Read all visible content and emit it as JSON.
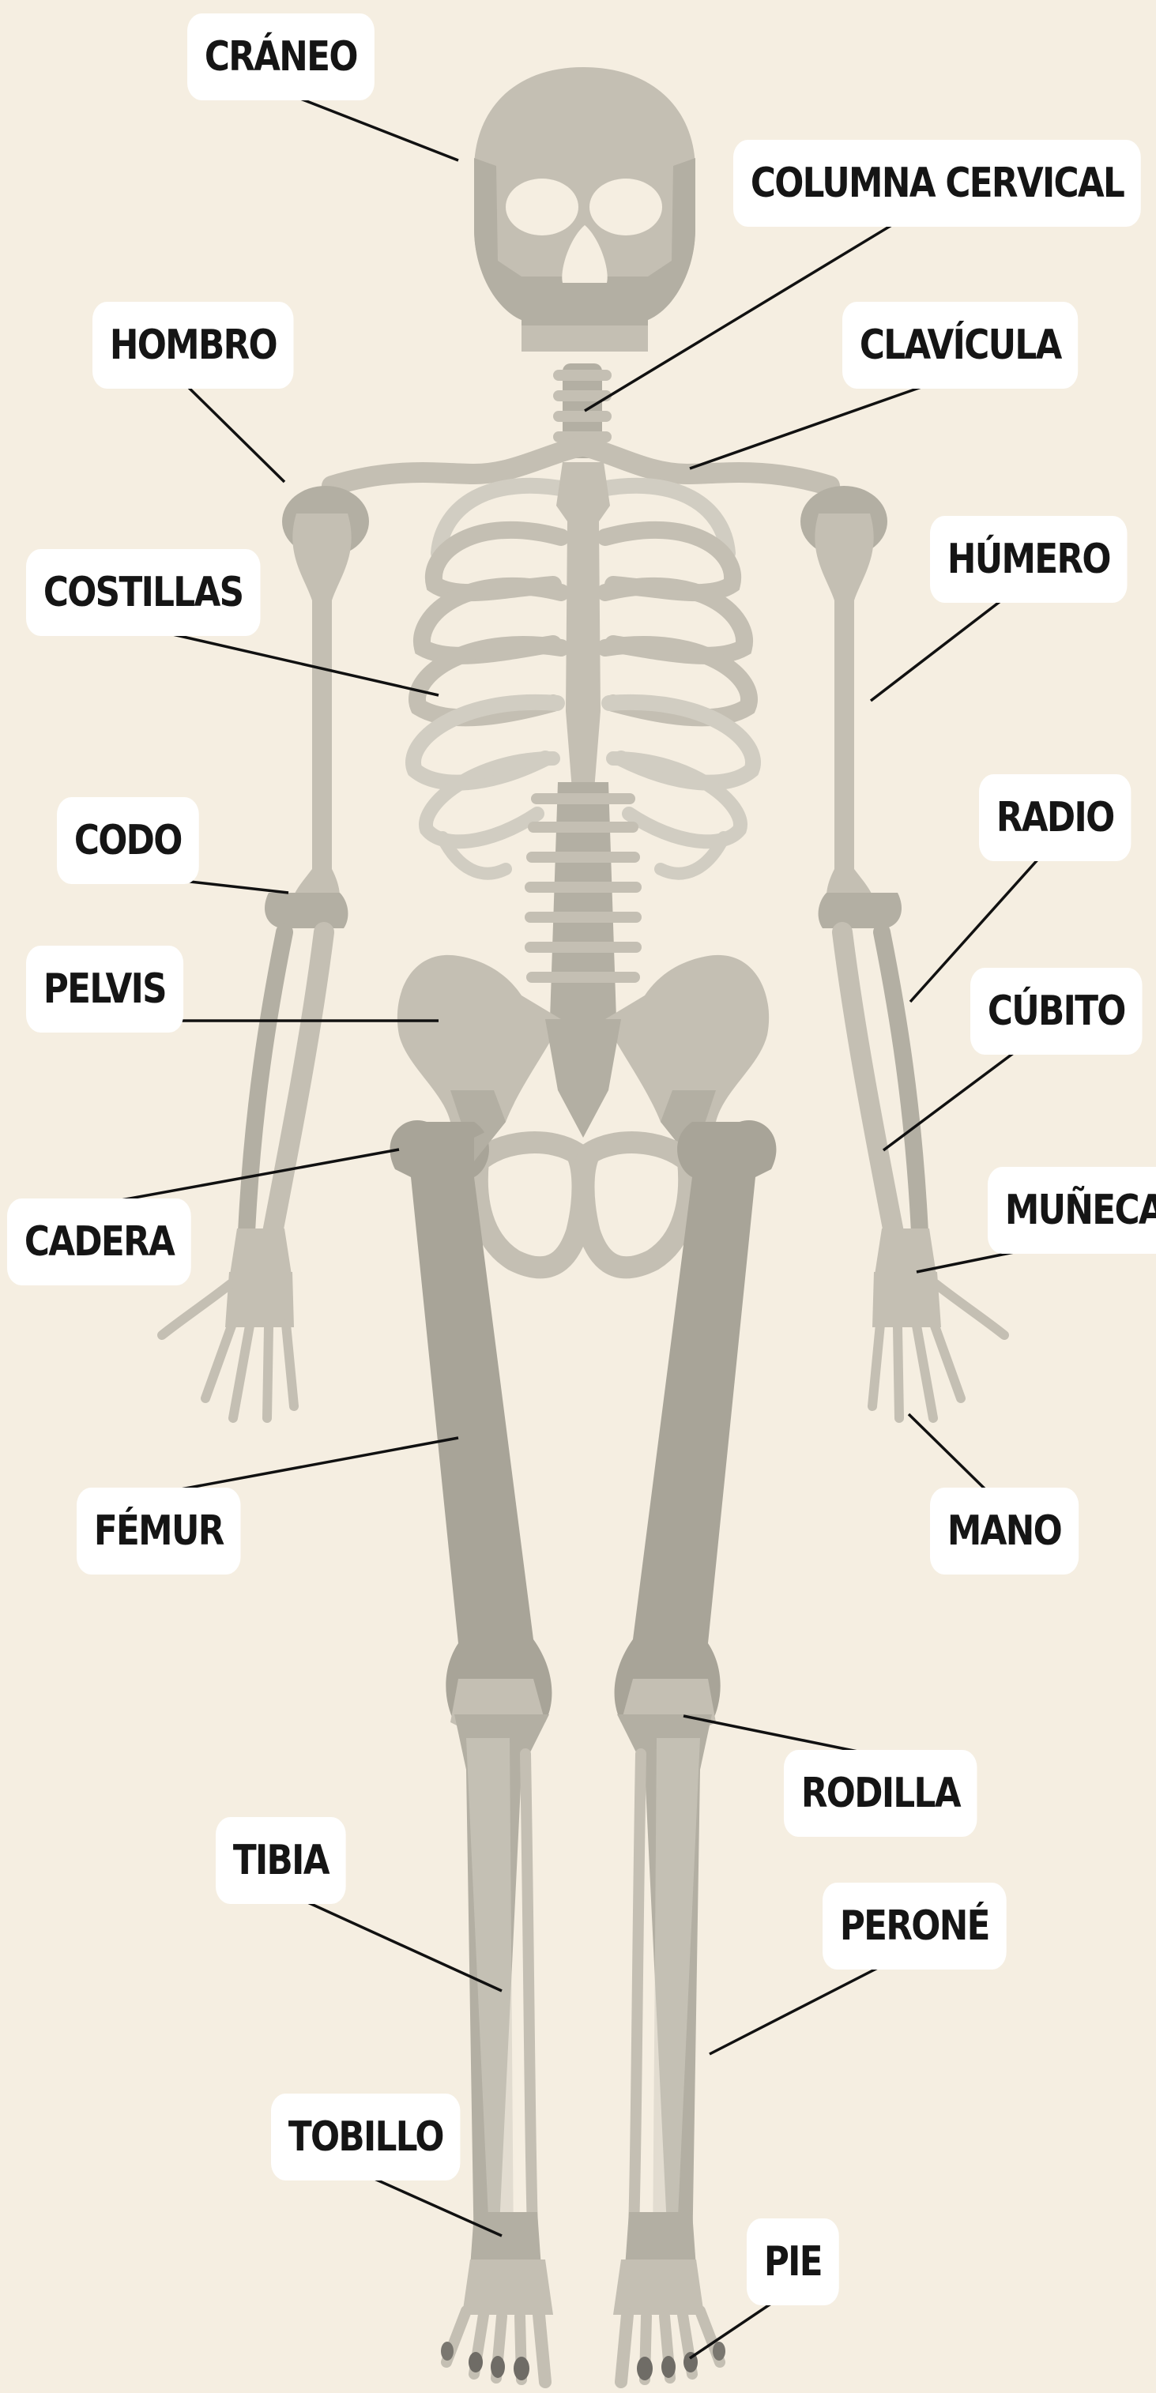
{
  "labels": {
    "craneo": "CRÁNEO",
    "columna_cervical": "COLUMNA CERVICAL",
    "hombro": "HOMBRO",
    "clavicula": "CLAVÍCULA",
    "costillas": "COSTILLAS",
    "humero": "HÚMERO",
    "codo": "CODO",
    "radio": "RADIO",
    "pelvis": "PELVIS",
    "cubito": "CÚBITO",
    "cadera": "CADERA",
    "muneca": "MUÑECA",
    "femur": "FÉMUR",
    "mano": "MANO",
    "rodilla": "RODILLA",
    "tibia": "TIBIA",
    "perone": "PERONÉ",
    "tobillo": "TOBILLO",
    "pie": "PIE"
  },
  "colors": {
    "background": "#f5eee1",
    "bone_light": "#c4bfb3",
    "bone_mid": "#b3afa3",
    "bone_dark": "#a8a498",
    "label_bg": "#ffffff",
    "label_text": "#151515"
  }
}
